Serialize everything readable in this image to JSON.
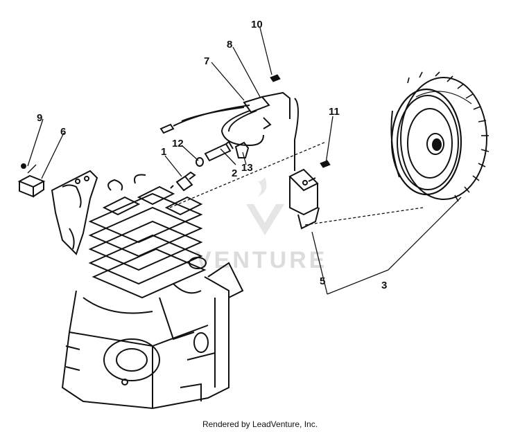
{
  "diagram": {
    "callouts": {
      "c1": "1",
      "c2": "2",
      "c3": "3",
      "c5": "5",
      "c6": "6",
      "c7": "7",
      "c8": "8",
      "c9": "9",
      "c10": "10",
      "c11": "11",
      "c12": "12",
      "c13": "13"
    },
    "watermark": "VENTURE",
    "footer": "Rendered by LeadVenture, Inc."
  }
}
